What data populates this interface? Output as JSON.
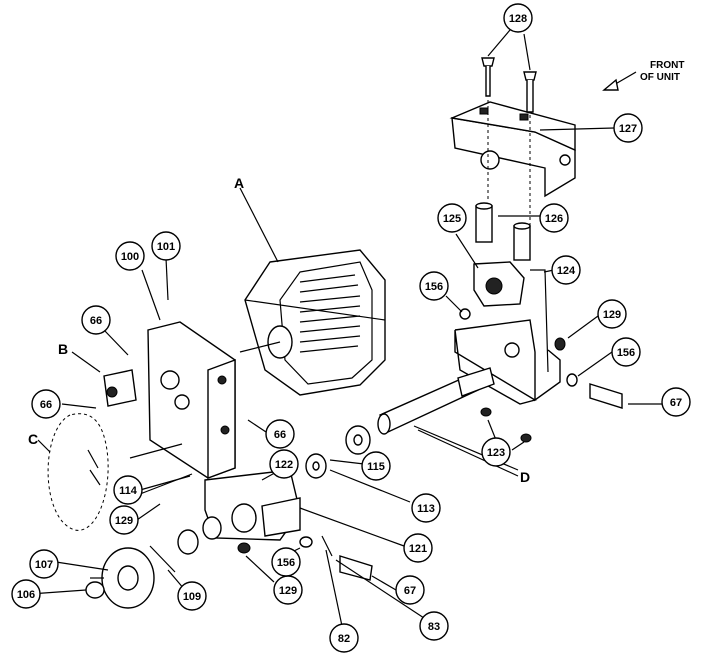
{
  "front_note": {
    "line1": "FRONT",
    "line2": "OF UNIT"
  },
  "letters": {
    "a": "A",
    "b": "B",
    "c": "C",
    "d": "D"
  },
  "callouts": {
    "c128": "128",
    "c127": "127",
    "c126": "126",
    "c125": "125",
    "c124": "124",
    "c156a": "156",
    "c129a": "129",
    "c156b": "156",
    "c67a": "67",
    "c123": "123",
    "c100": "100",
    "c101": "101",
    "c66a": "66",
    "c66b": "66",
    "c66c": "66",
    "c122": "122",
    "c115": "115",
    "c113": "113",
    "c114": "114",
    "c129b": "129",
    "c121": "121",
    "c107": "107",
    "c106": "106",
    "c109": "109",
    "c129c": "129",
    "c156c": "156",
    "c67b": "67",
    "c82": "82",
    "c83": "83"
  }
}
